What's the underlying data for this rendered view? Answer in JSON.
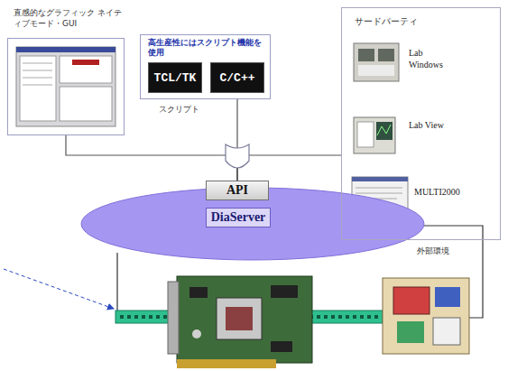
{
  "diagram": {
    "nodes": [
      {
        "text": [
          "直感的なグラフィック ネイティブモード・GUI"
        ]
      },
      {
        "text": [
          "高生産性にはスクリプト機能を使用",
          "スクリプト"
        ]
      },
      {
        "text": [
          "TCL/TK"
        ],
        "in": 1
      },
      {
        "text": [
          "C/C++"
        ],
        "in": 1
      },
      {
        "text": [
          "サードパーティ"
        ]
      },
      {
        "text": [
          "Lab Windows"
        ],
        "in": 4
      },
      {
        "text": [
          "Lab View"
        ],
        "in": 4
      },
      {
        "text": [
          "MULTI2000"
        ],
        "in": 4
      },
      {
        "text": [
          "API"
        ]
      },
      {
        "text": [
          "DiaServer"
        ]
      }
    ],
    "edges": [
      {
        "from": 0,
        "to": 8,
        "arrow": "none"
      },
      {
        "from": 1,
        "to": 8,
        "arrow": "none"
      },
      {
        "from": 4,
        "to": 8,
        "arrow": "none"
      }
    ],
    "labels": [
      "外部環境"
    ]
  }
}
